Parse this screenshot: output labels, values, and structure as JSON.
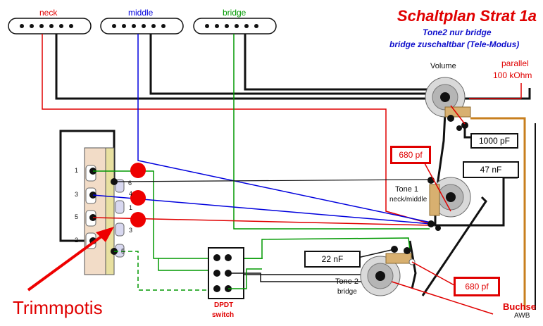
{
  "title": "Schaltplan Strat 1a",
  "subtitle_1": "Tone2 nur bridge",
  "subtitle_2": "bridge zuschaltbar (Tele-Modus)",
  "pickups": {
    "neck": "neck",
    "middle": "middle",
    "bridge": "bridge"
  },
  "pots": {
    "volume": "Volume",
    "tone1_a": "Tone 1",
    "tone1_b": "neck/middle",
    "tone2_a": "Tone 2",
    "tone2_b": "bridge"
  },
  "parallel_a": "parallel",
  "parallel_b": "100 kOhm",
  "caps": {
    "c1000": "1000 pF",
    "c680_top": "680 pf",
    "c47": "47 nF",
    "c22": "22 nF",
    "c680_bottom": "680 pf"
  },
  "switch_numbers": [
    "1",
    "3",
    "5",
    "2",
    "6",
    "4",
    "1",
    "3",
    "5"
  ],
  "dpdt_a": "DPDT",
  "dpdt_b": "switch",
  "trimmpotis": "Trimmpotis",
  "buchse": "Buchse",
  "awb": "AWB",
  "colors": {
    "neck": "#e00000",
    "middle": "#0000dd",
    "bridge": "#009900",
    "ground": "#111111",
    "output": "#c87f1e",
    "title": "#e00000",
    "subtitle": "#1010cc"
  }
}
